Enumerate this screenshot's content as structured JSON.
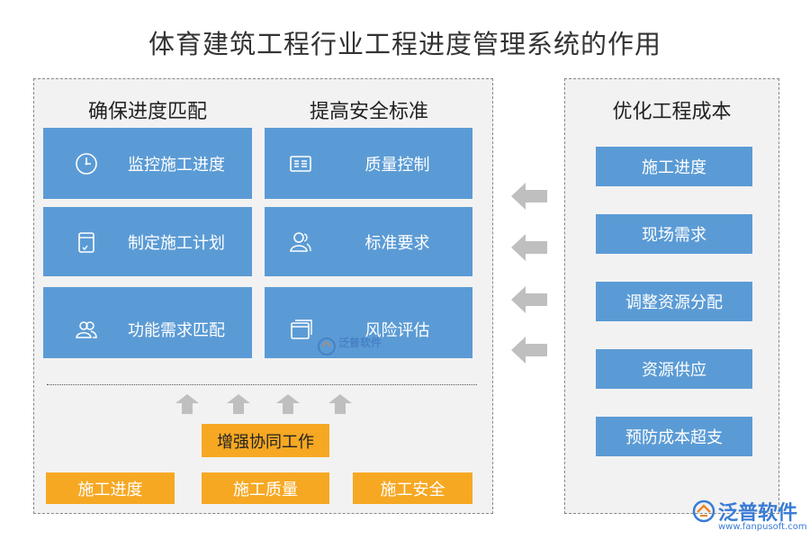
{
  "title": "体育建筑工程行业工程进度管理系统的作用",
  "left_panel": {
    "col1_heading": "确保进度匹配",
    "col2_heading": "提高安全标准",
    "col1_items": [
      {
        "label": "监控施工进度",
        "icon": "clock-icon"
      },
      {
        "label": "制定施工计划",
        "icon": "document-icon"
      },
      {
        "label": "功能需求匹配",
        "icon": "users-icon"
      }
    ],
    "col2_items": [
      {
        "label": "质量控制",
        "icon": "form-icon"
      },
      {
        "label": "标准要求",
        "icon": "user-icon"
      },
      {
        "label": "风险评估",
        "icon": "window-icon"
      }
    ],
    "center_box": "增强协同工作",
    "bottom_boxes": [
      "施工进度",
      "施工质量",
      "施工安全"
    ]
  },
  "right_panel": {
    "heading": "优化工程成本",
    "items": [
      "施工进度",
      "现场需求",
      "调整资源分配",
      "资源供应",
      "预防成本超支"
    ]
  },
  "logo": {
    "name": "泛普软件",
    "url": "www.fanpusoft.com"
  },
  "watermark": "泛普软件",
  "colors": {
    "blue": "#5b9bd5",
    "orange": "#f6a823",
    "panel": "#f2f2f2",
    "arrow": "#bfbfbf"
  }
}
